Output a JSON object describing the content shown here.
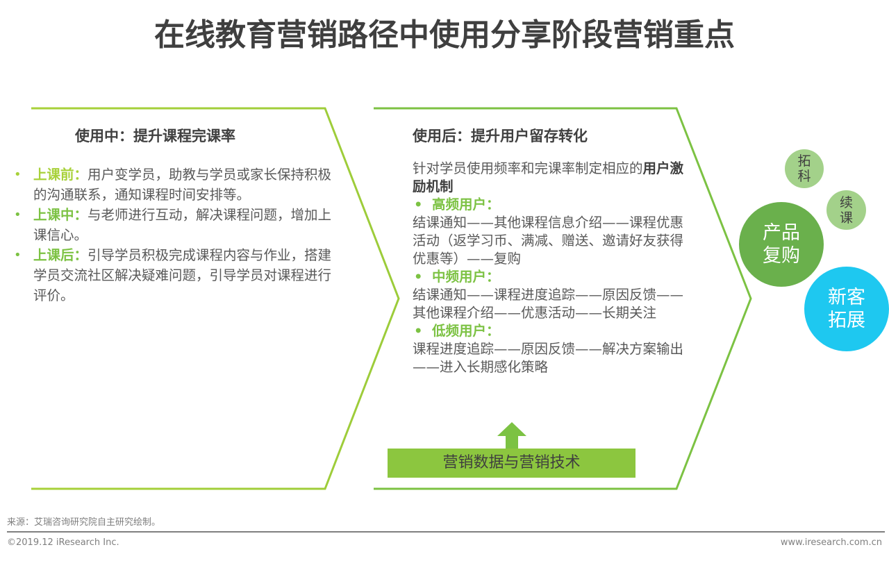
{
  "title": "在线教育营销路径中使用分享阶段营销重点",
  "colors": {
    "yellow_green": "#a8d13a",
    "green": "#7cc243",
    "dark_green": "#6ab04c",
    "light_green": "#a3d18a",
    "cyan": "#1ec8f0",
    "text": "#595959",
    "heading": "#404040"
  },
  "left_panel": {
    "heading": "使用中：提升课程完课率",
    "items": [
      {
        "label": "上课前：",
        "text": "用户变学员，助教与学员或家长保持积极的沟通联系，通知课程时间安排等。",
        "color": "#a8d13a"
      },
      {
        "label": "上课中：",
        "text": "与老师进行互动，解决课程问题，增加上课信心。",
        "color": "#7cc243"
      },
      {
        "label": "上课后：",
        "text": "引导学员积极完成课程内容与作业，搭建学员交流社区解决疑难问题，引导学员对课程进行评价。",
        "color": "#7cc243"
      }
    ]
  },
  "right_panel": {
    "heading": "使用后：提升用户留存转化",
    "intro_plain": "针对学员使用频率和完课率制定相应的",
    "intro_bold": "用户激励机制",
    "groups": [
      {
        "label": "高频用户：",
        "text": "结课通知——其他课程信息介绍——课程优惠活动（返学习币、满减、赠送、邀请好友获得优惠等）——复购"
      },
      {
        "label": "中频用户：",
        "text": "结课通知——课程进度追踪——原因反馈——其他课程介绍——优惠活动——长期关注"
      },
      {
        "label": "低频用户：",
        "text": "课程进度追踪——原因反馈——解决方案输出——进入长期感化策略"
      }
    ],
    "bullet": "•"
  },
  "tech_bar": {
    "label": "营销数据与营销技术"
  },
  "bubbles": [
    {
      "line1": "拓",
      "line2": "科"
    },
    {
      "line1": "续",
      "line2": "课"
    },
    {
      "line1": "产品",
      "line2": "复购"
    },
    {
      "line1": "新客",
      "line2": "拓展"
    }
  ],
  "footer": {
    "source": "来源：艾瑞咨询研究院自主研究绘制。",
    "copyright": "©2019.12 iResearch Inc.",
    "website": "www.iresearch.com.cn"
  }
}
